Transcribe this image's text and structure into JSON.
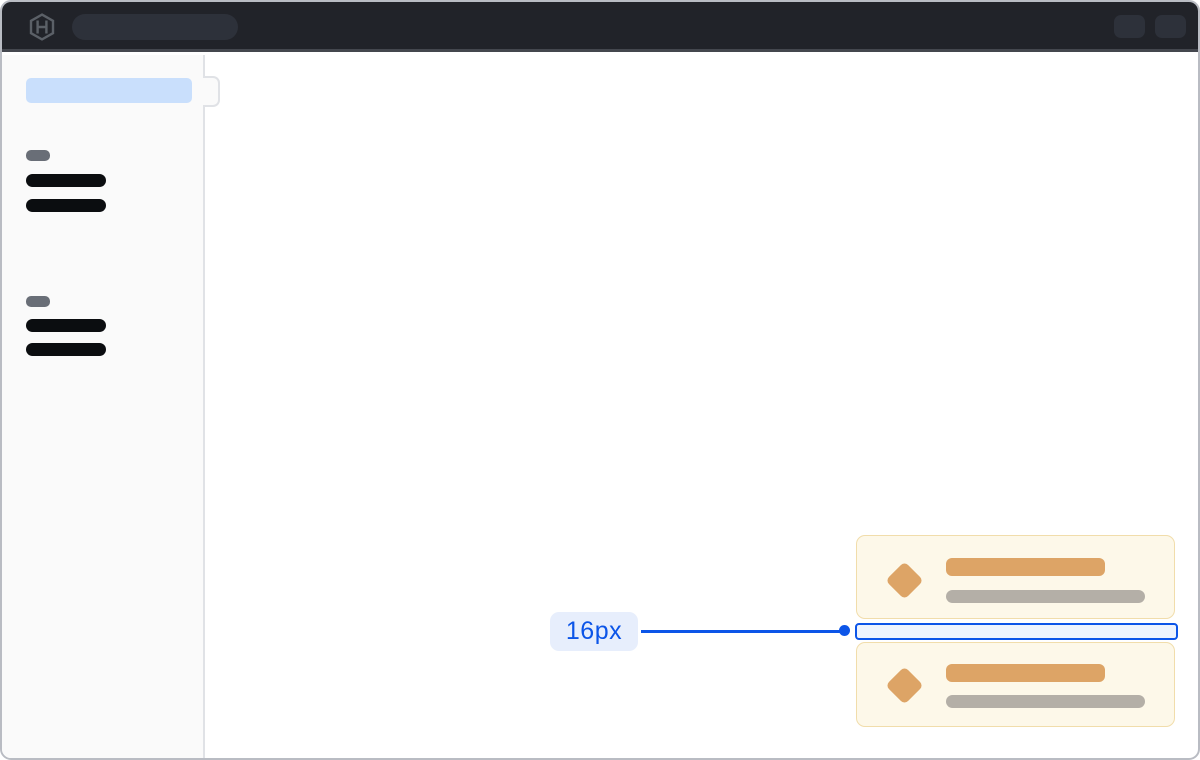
{
  "header": {
    "logo_icon": "hashicorp-logo",
    "search_placeholder_label": "",
    "action_buttons": [
      "placeholder-action",
      "placeholder-action"
    ]
  },
  "sidebar": {
    "active_item": "active-nav-placeholder",
    "sections": [
      {
        "label_chip": "section-label-placeholder",
        "items": [
          "nav-item-placeholder",
          "nav-item-placeholder"
        ]
      },
      {
        "label_chip": "section-label-placeholder",
        "items": [
          "nav-item-placeholder",
          "nav-item-placeholder"
        ]
      }
    ]
  },
  "cards": [
    {
      "icon": "diamond-icon",
      "title": "title-placeholder",
      "subtitle": "subtitle-placeholder"
    },
    {
      "icon": "diamond-icon",
      "title": "title-placeholder",
      "subtitle": "subtitle-placeholder"
    }
  ],
  "annotation": {
    "label": "16px"
  },
  "colors": {
    "frame_border": "#b9bcc3",
    "header_bg": "#212329",
    "header_edge": "#44474e",
    "header_surface": "#2d313a",
    "logo_gray": "#5b6067",
    "sidebar_bg": "#fafafa",
    "sidebar_border": "#e0e2e6",
    "sidebar_active": "#c9dffc",
    "section_chip": "#696e77",
    "nav_bar": "#0b0d10",
    "card_bg": "#fdf8e9",
    "card_border": "#f1ddab",
    "card_accent": "#dda466",
    "card_muted": "#b4afa7",
    "accent": "#0c55e8",
    "label_bg": "#e7eefc",
    "gap_fill": "#eef4fe"
  }
}
